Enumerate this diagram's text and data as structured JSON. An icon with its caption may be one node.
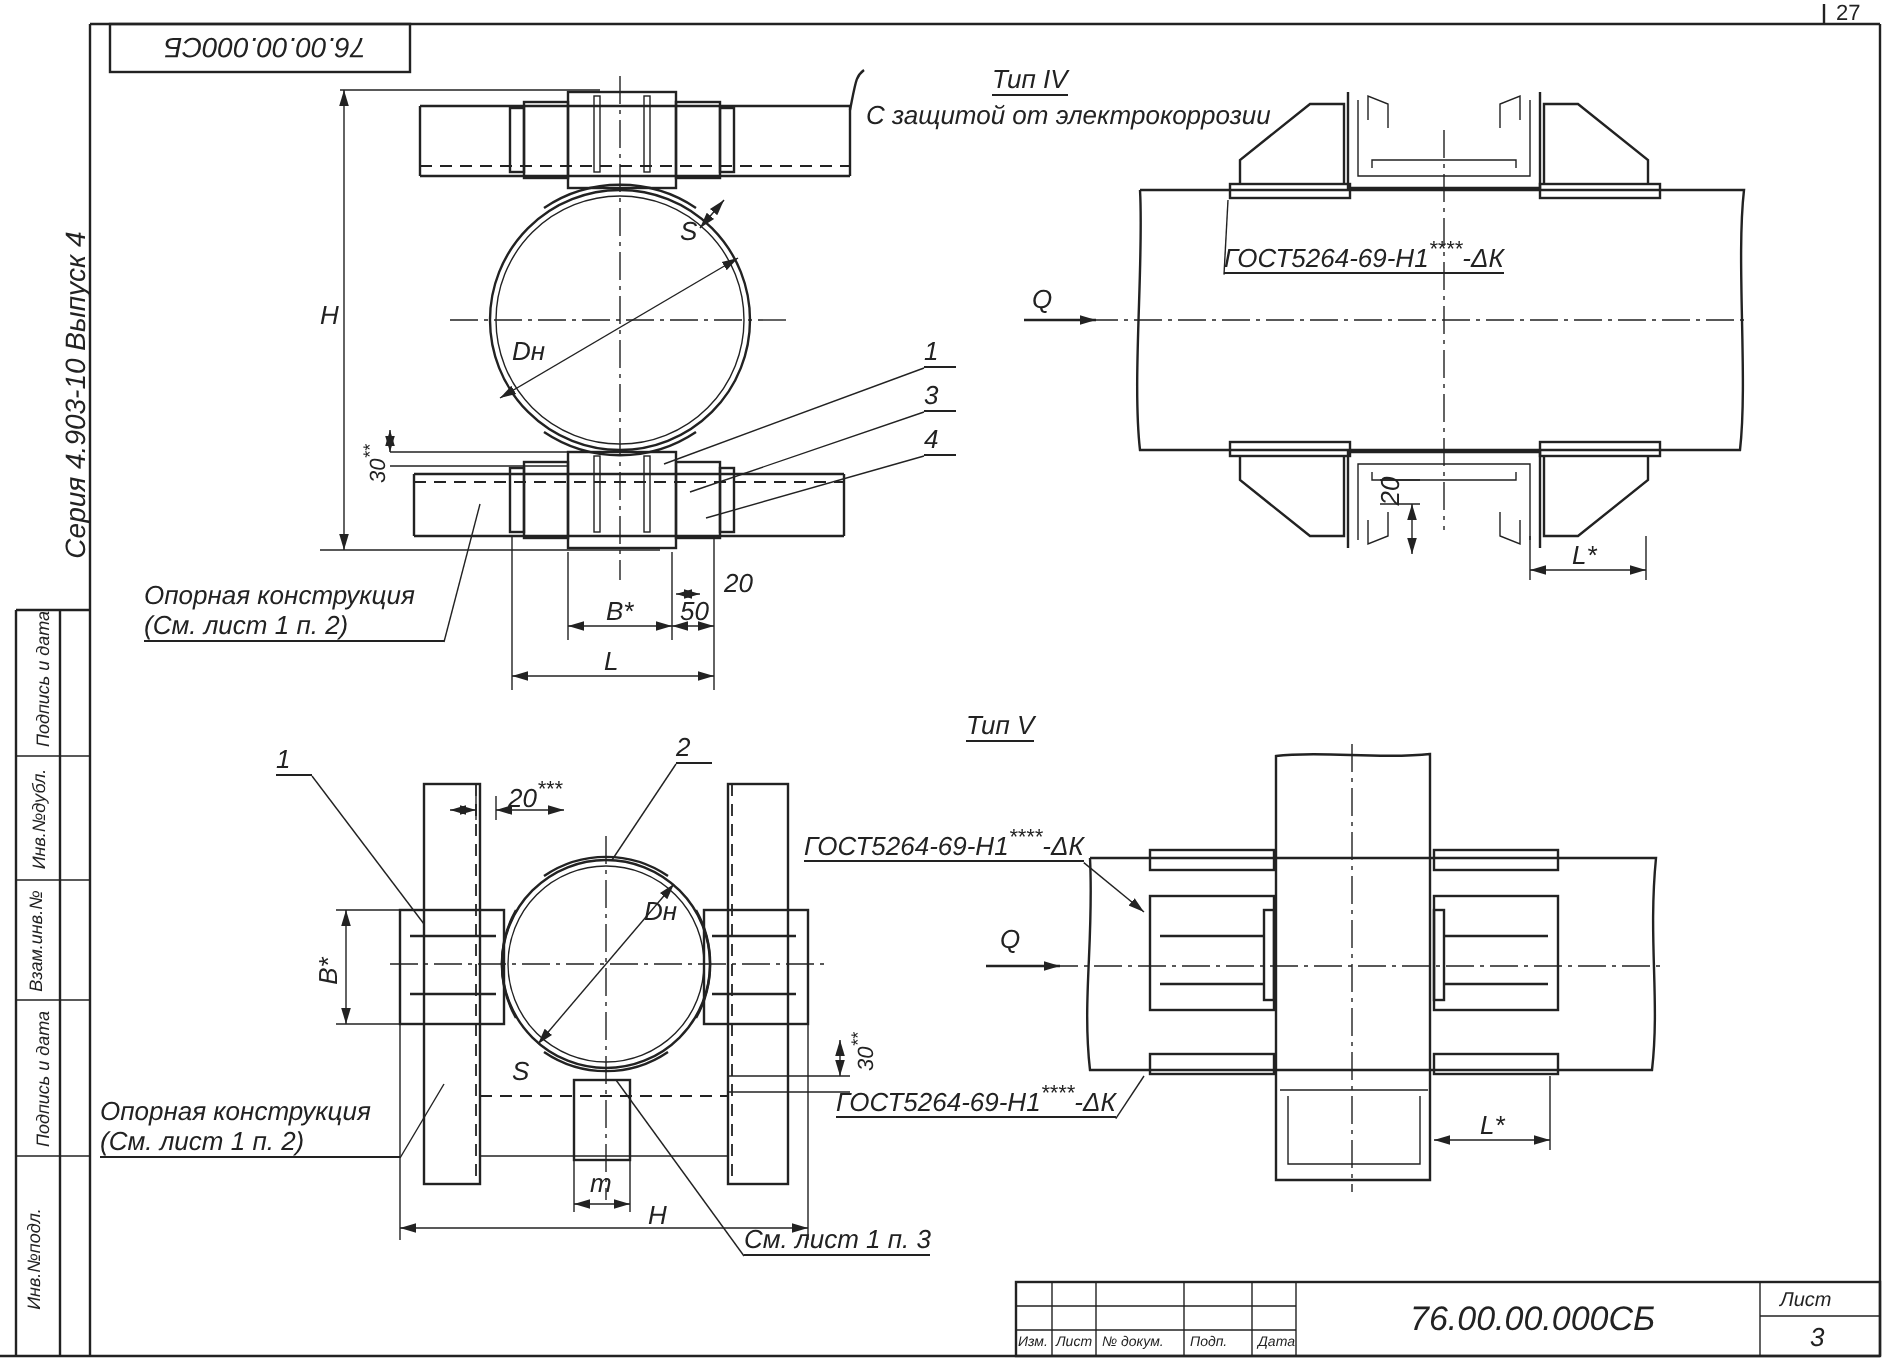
{
  "diagram": {
    "nodes": [
      {
        "text": [
          "1"
        ]
      },
      {
        "text": [
          "3"
        ]
      },
      {
        "text": [
          "4"
        ]
      },
      {
        "text": [
          "Опорная конструкция (См. лист 1 п. 2)"
        ]
      },
      {
        "text": [
          "ГОСТ5264-69-Н1$^{****}$-ΔК"
        ]
      },
      {
        "text": [
          "1"
        ]
      },
      {
        "text": [
          "2"
        ]
      },
      {
        "text": [
          "Опорная конструкция (См. лист 1 п. 2)"
        ]
      },
      {
        "text": [
          "См. лист 1 п. 3"
        ]
      },
      {
        "text": [
          "ГОСТ5264-69-Н1$^{****}$-ΔК"
        ]
      },
      {
        "text": [
          "ГОСТ5264-69-Н1$^{****}$-ΔК"
        ]
      }
    ],
    "edges": [
      {
        "from": 0,
        "to": null,
        "arrow": "none"
      },
      {
        "from": 1,
        "to": null,
        "arrow": "none"
      },
      {
        "from": 2,
        "to": null,
        "arrow": "none"
      },
      {
        "from": 3,
        "to": null,
        "arrow": "none"
      },
      {
        "from": 4,
        "to": null,
        "arrow": "none"
      },
      {
        "from": 5,
        "to": null,
        "arrow": "none"
      },
      {
        "from": 6,
        "to": null,
        "arrow": "none"
      },
      {
        "from": 7,
        "to": null,
        "arrow": "none"
      },
      {
        "from": 8,
        "to": null,
        "arrow": "none"
      },
      {
        "from": 9,
        "to": null,
        "arrow": "to"
      },
      {
        "from": 10,
        "to": null,
        "arrow": "none"
      }
    ],
    "labels": [
      "76.00.00.000СБ",
      "27",
      "Тип IV",
      "С защитой от электрокоррозии",
      "H",
      "S",
      "Dн",
      "Q",
      "Серия 4.903-10 Выпуск 4",
      "30$^{**}$",
      "20",
      "B*",
      "50",
      "20",
      "L*",
      "L",
      "Тип V",
      "20$^{***}$",
      "Dн",
      "B*",
      "Q",
      "S",
      "30$^{**}$",
      "m",
      "H",
      "L*",
      "Подпись и дата",
      "Инв.№дубл.",
      "Взам.инв.№",
      "Подпись и дата",
      "Инв.№подл.",
      "Изм.",
      "Лист",
      "№ докум.",
      "Подп.",
      "Дата",
      "76.00.00.000СБ",
      "Лист",
      "3"
    ]
  }
}
